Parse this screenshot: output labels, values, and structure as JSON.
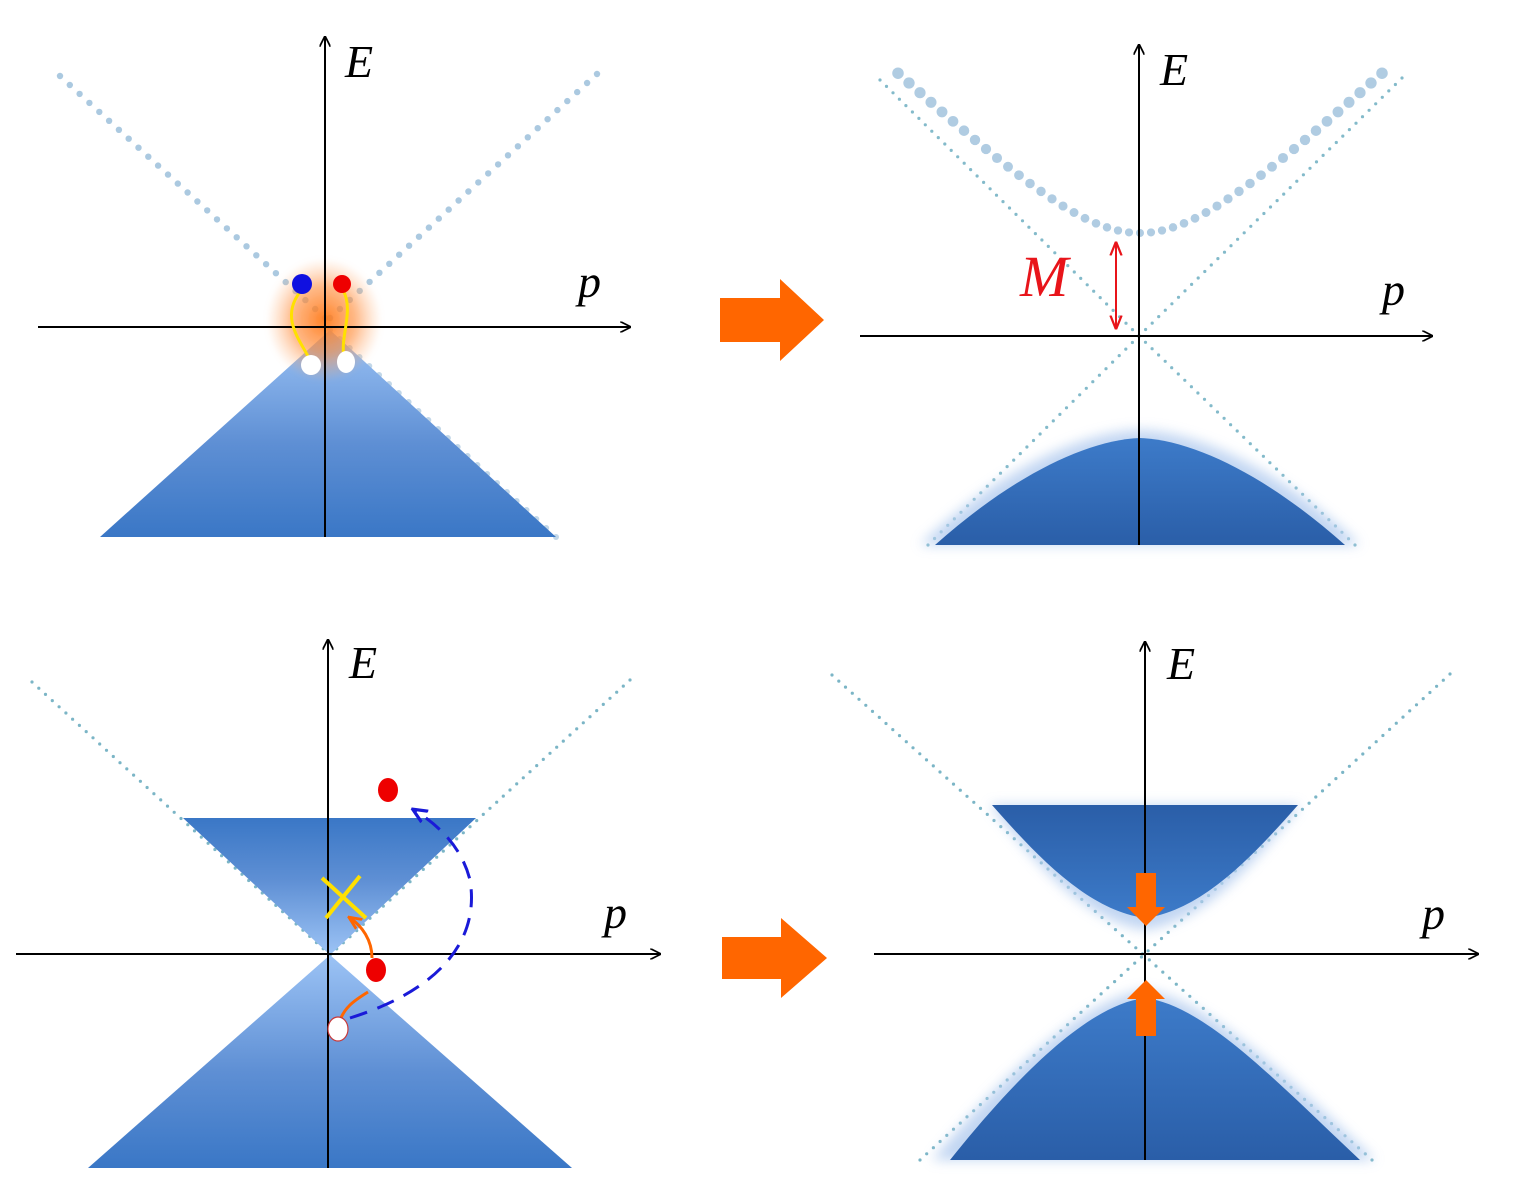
{
  "figure": {
    "panels": [
      {
        "id": "top-left",
        "energy_label": "E",
        "momentum_label": "p"
      },
      {
        "id": "top-right",
        "energy_label": "E",
        "momentum_label": "p",
        "gap_label": "M"
      },
      {
        "id": "bottom-left",
        "energy_label": "E",
        "momentum_label": "p"
      },
      {
        "id": "bottom-right",
        "energy_label": "E",
        "momentum_label": "p"
      }
    ]
  },
  "colors": {
    "band_dark": "#2f66b0",
    "band_light": "#9cc3f5",
    "dispersion_dots": "#8fb7d6",
    "dotted_cone": "#5aa3b8",
    "transition_arrow": "#ff6600",
    "gap_label": "#e8141a",
    "pairing_line": "#ffe000",
    "cross_mark": "#ffe000",
    "hole": "#ffffff",
    "electron_blue": "#1010e0",
    "electron_red": "#ee0000",
    "scatter_path": "#1a1ad8"
  }
}
